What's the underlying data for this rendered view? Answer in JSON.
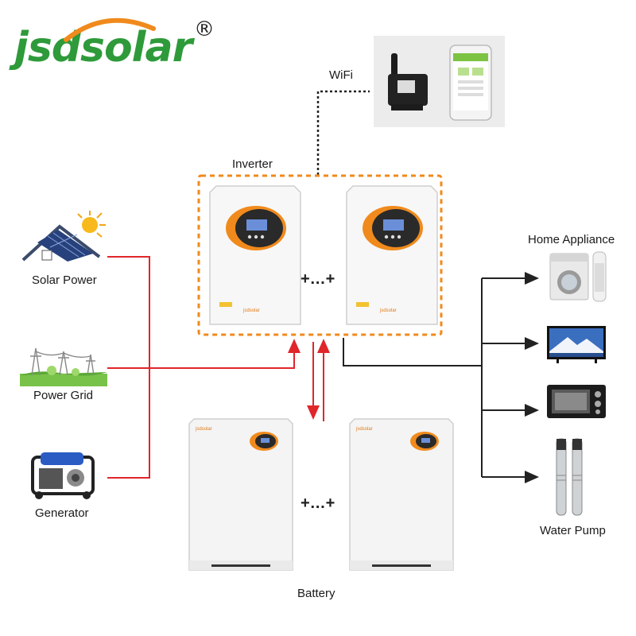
{
  "brand": {
    "text": "jsdsolar",
    "registered": "®",
    "color": "#2e9a3a"
  },
  "labels": {
    "wifi": "WiFi",
    "inverter": "Inverter",
    "solar_power": "Solar Power",
    "power_grid": "Power Grid",
    "generator": "Generator",
    "home_appliance": "Home Appliance",
    "water_pump": "Water Pump",
    "battery": "Battery",
    "parallel": "+…+"
  },
  "colors": {
    "ac_line": "#e0262b",
    "dc_line": "#222222",
    "inverter_group_border": "#f08a1c",
    "inverter_accent": "#f08a1c",
    "wifi_dotted": "#222222"
  }
}
